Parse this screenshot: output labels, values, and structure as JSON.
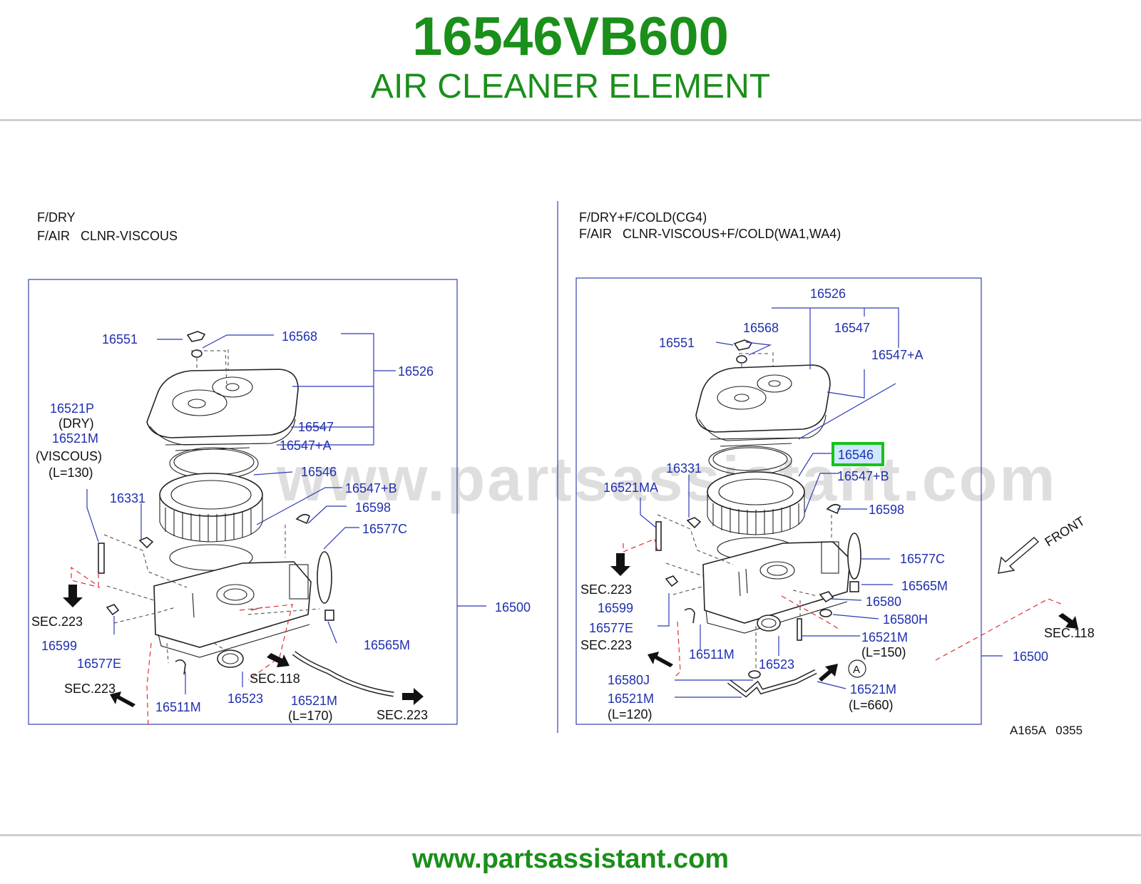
{
  "header": {
    "part_number": "16546VB600",
    "part_name": "AIR CLEANER ELEMENT"
  },
  "footer": {
    "url": "www.partsassistant.com"
  },
  "watermark": "www.partsassistant.com",
  "colors": {
    "brand_green": "#1a8f1a",
    "label_blue": "#1f2fb0",
    "highlight_green": "#17c21a"
  },
  "left_panel": {
    "heading_line1": "F/DRY",
    "heading_line2": "F/AIR   CLNR-VISCOUS",
    "labels": {
      "l16551": "16551",
      "l16568": "16568",
      "l16526": "16526",
      "l16521p": "16521P",
      "dry": "(DRY)",
      "l16521m_a": "16521M",
      "viscous": "(VISCOUS)",
      "l130": "(L=130)",
      "l16547": "16547",
      "l16547a": "16547+A",
      "l16546": "16546",
      "l16547b": "16547+B",
      "l16331": "16331",
      "l16598": "16598",
      "l16577c": "16577C",
      "l16500": "16500",
      "sec223_a": "SEC.223",
      "l16599": "16599",
      "l16577e": "16577E",
      "l16565m": "16565M",
      "sec223_b": "SEC.223",
      "l16511m": "16511M",
      "l16523": "16523",
      "sec118": "SEC.118",
      "l16521m_b": "16521M",
      "l170": "(L=170)",
      "sec223_c": "SEC.223"
    }
  },
  "right_panel": {
    "heading_line1": "F/DRY+F/COLD(CG4)",
    "heading_line2": "F/AIR   CLNR-VISCOUS+F/COLD(WA1,WA4)",
    "labels": {
      "l16526": "16526",
      "l16568": "16568",
      "l16547": "16547",
      "l16551": "16551",
      "l16547a": "16547+A",
      "l16546": "16546",
      "l16331": "16331",
      "l16547b": "16547+B",
      "l16521ma": "16521MA",
      "l16598": "16598",
      "front": "FRONT",
      "l16577c": "16577C",
      "l16565m": "16565M",
      "sec223_a": "SEC.223",
      "l16599": "16599",
      "l16580": "16580",
      "l16580h": "16580H",
      "l16577e": "16577E",
      "sec223_b": "SEC.223",
      "sec118": "SEC.118",
      "l16521m_a": "16521M",
      "l150": "(L=150)",
      "l16511m": "16511M",
      "l16523": "16523",
      "l16500": "16500",
      "circle_a": "A",
      "l16580j": "16580J",
      "l16521m_b": "16521M",
      "l120": "(L=120)",
      "l16521m_c": "16521M",
      "l660": "(L=660)"
    },
    "figure_code": "A165A   0355"
  }
}
